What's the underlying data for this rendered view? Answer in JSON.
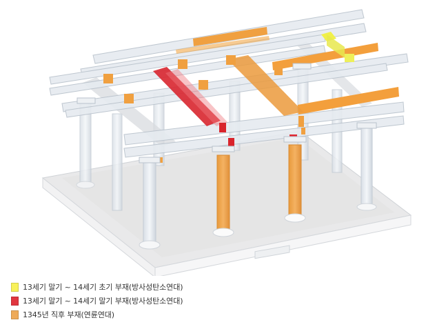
{
  "diagram": {
    "description": "Isometric 3D model of a traditional timber pavilion frame on a stone platform, with members color-coded by dating",
    "colors": {
      "frame_translucent": "#dde3ea",
      "frame_stroke": "#b9c2cc",
      "platform": "#e6e6e6",
      "yellow": "#f5f25a",
      "red": "#e03a3e",
      "orange": "#f0a64a"
    }
  },
  "legend": {
    "items": [
      {
        "color": "#f8f15a",
        "label": "13세기 말기 ~ 14세기 초기 부재(방사성탄소연대)"
      },
      {
        "color": "#e0363f",
        "label": "13세기 말기 ~ 14세기 말기 부재(방사성탄소연대)"
      },
      {
        "color": "#eeaa58",
        "label": "1345년 직후 부재(연륜연대)"
      }
    ]
  }
}
